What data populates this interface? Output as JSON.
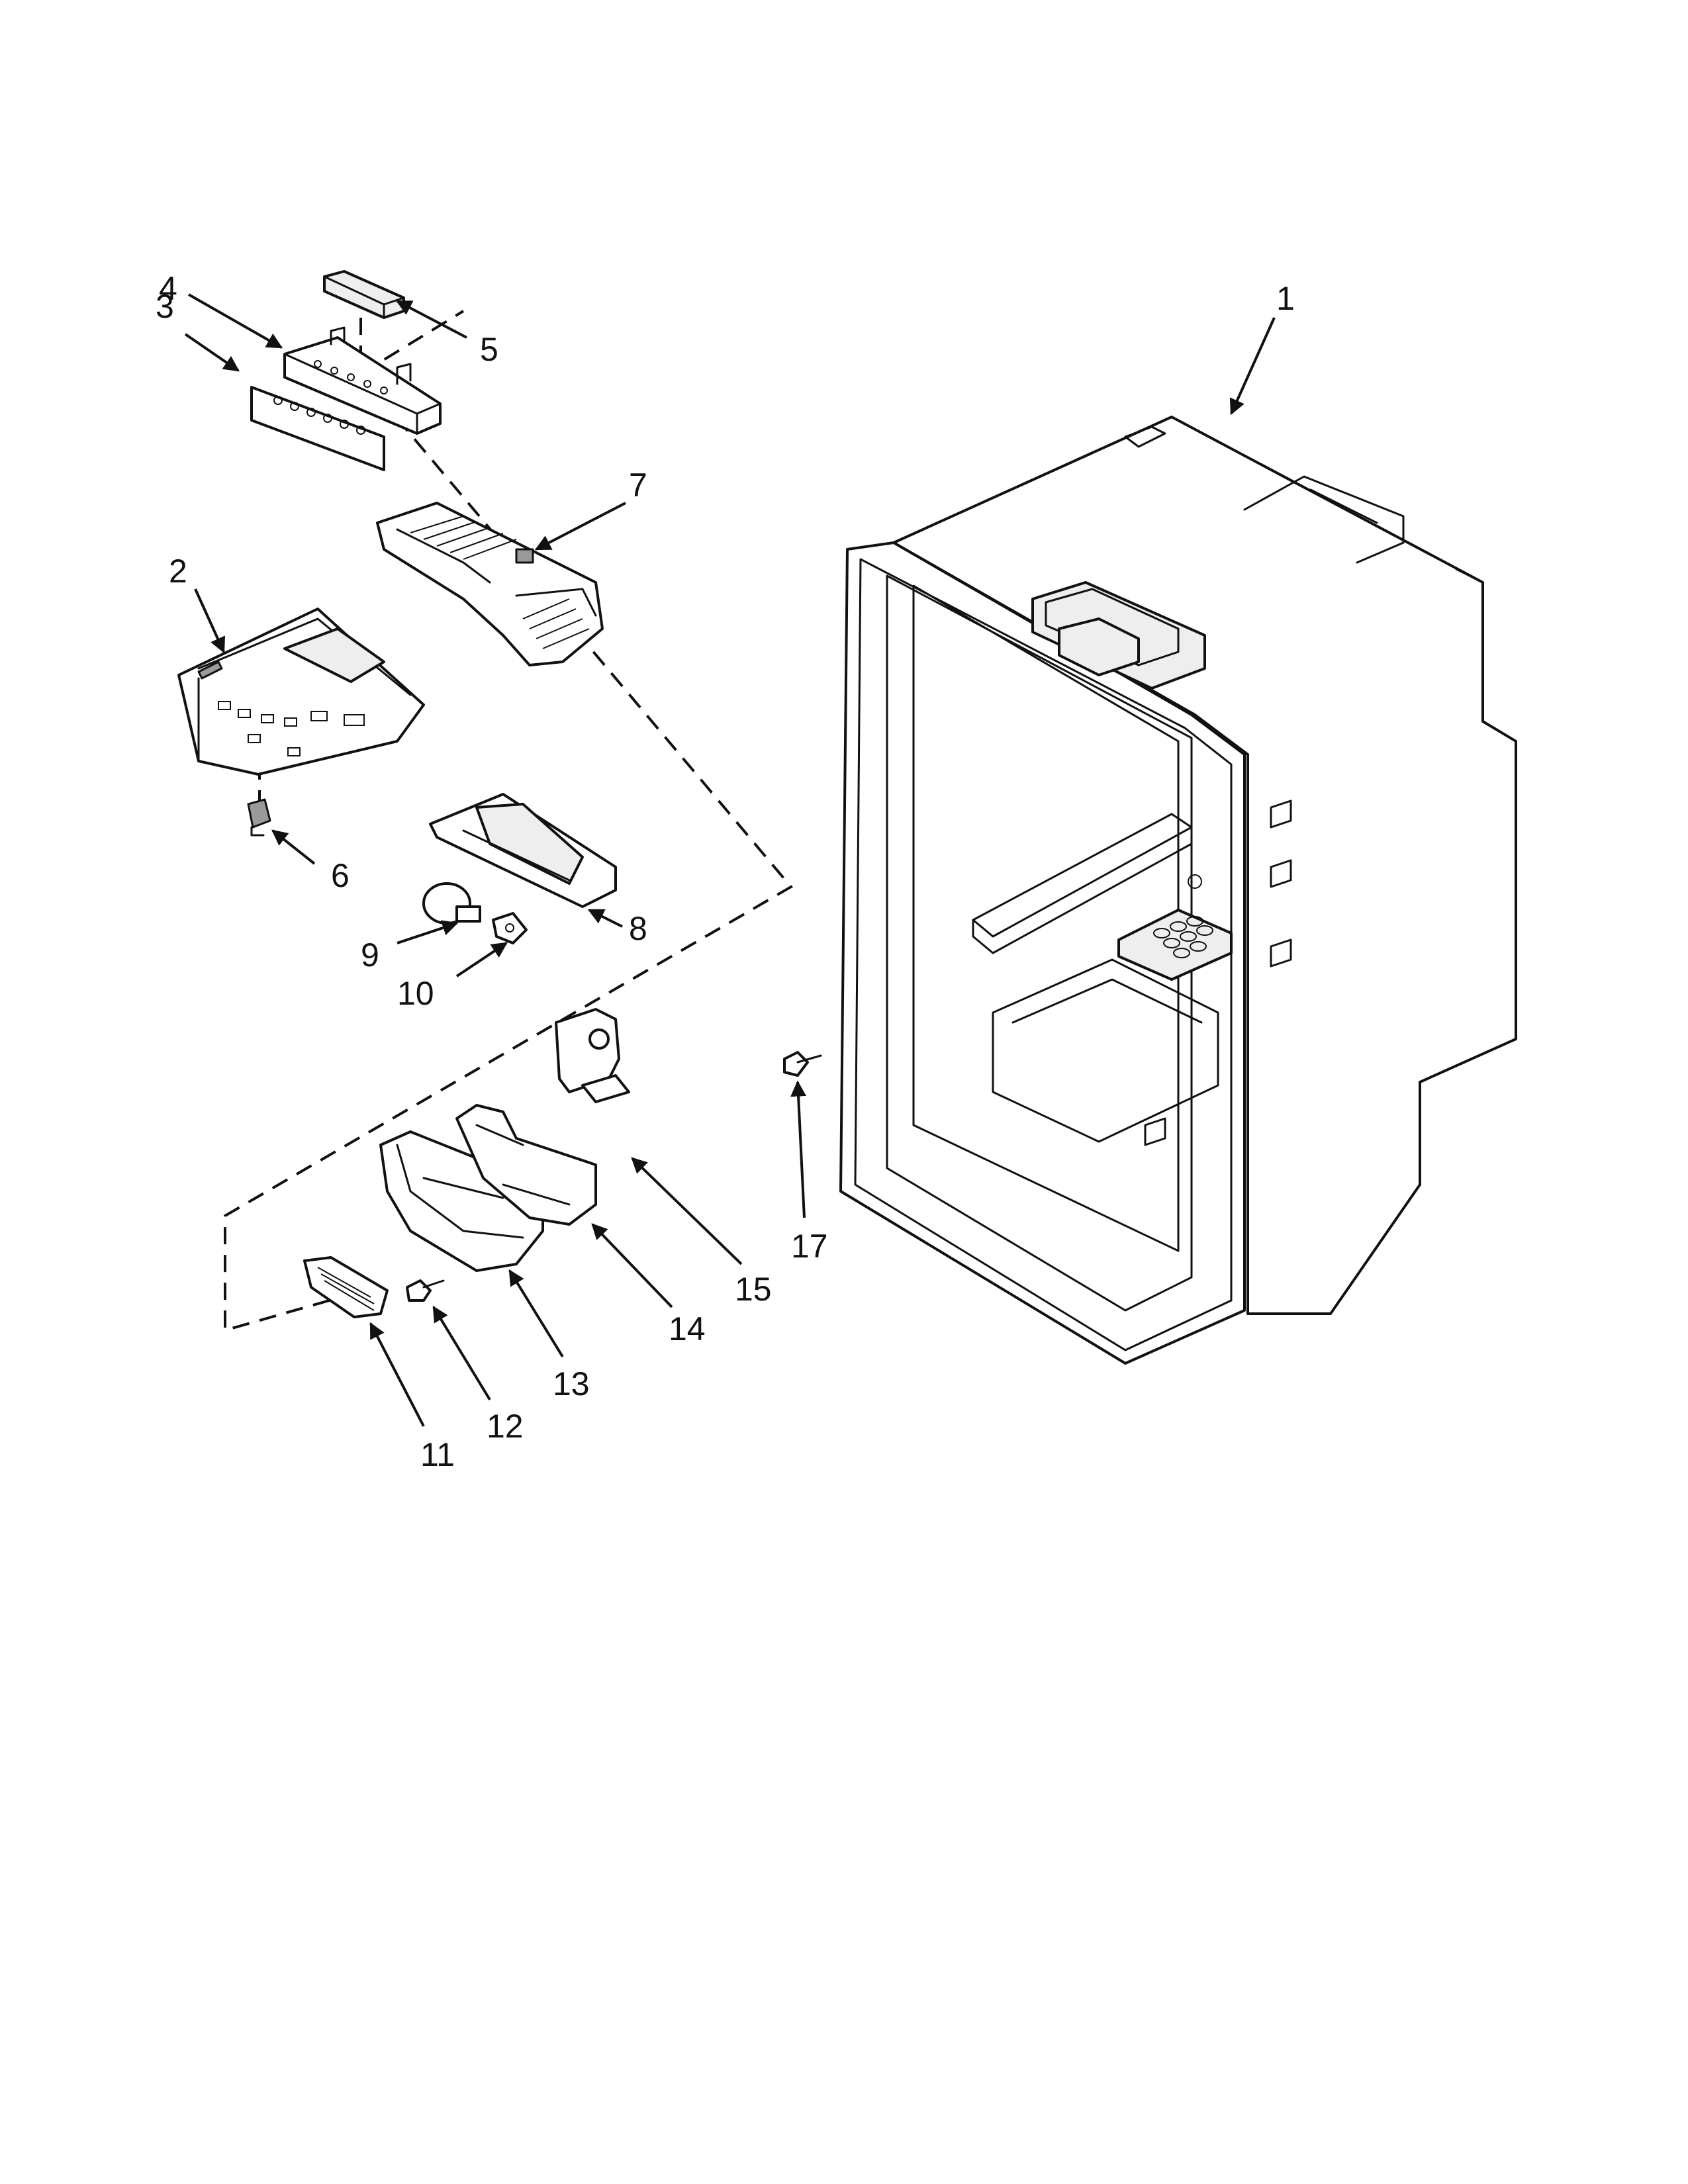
{
  "callouts": {
    "c1": "1",
    "c2": "2",
    "c3": "3",
    "c4": "4",
    "c5": "5",
    "c6": "6",
    "c7": "7",
    "c8": "8",
    "c9": "9",
    "c10": "10",
    "c11": "11",
    "c12": "12",
    "c13": "13",
    "c14": "14",
    "c15": "15",
    "c17": "17"
  },
  "colors": {
    "line": "#111111",
    "background": "#ffffff",
    "shade": "#9a9a9a"
  }
}
